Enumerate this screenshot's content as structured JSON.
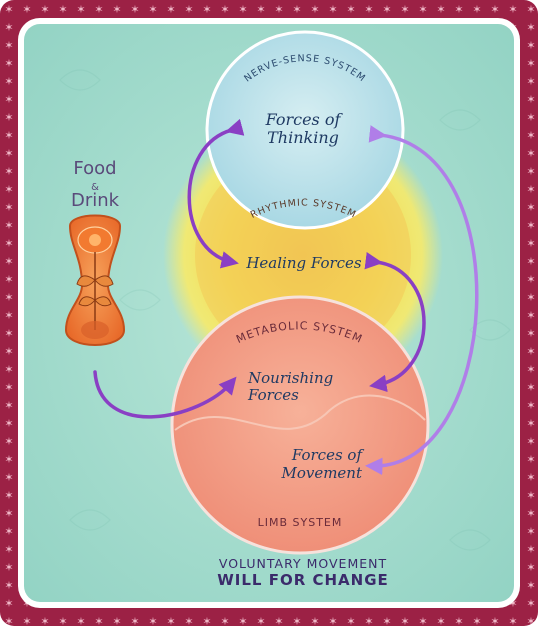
{
  "food": {
    "line1": "Food",
    "amp": "&",
    "line2": "Drink"
  },
  "systems": {
    "nerve_sense": "NERVE-SENSE SYSTEM",
    "rhythmic": "RHYTHMIC SYSTEM",
    "metabolic": "METABOLIC SYSTEM",
    "limb": "LIMB SYSTEM"
  },
  "forces": {
    "thinking": [
      "Forces of",
      "Thinking"
    ],
    "healing": "Healing Forces",
    "nourishing": [
      "Nourishing",
      "Forces"
    ],
    "movement": [
      "Forces of",
      "Movement"
    ]
  },
  "footer": {
    "line1": "VOLUNTARY MOVEMENT",
    "line2": "WILL FOR CHANGE"
  },
  "colors": {
    "frame": "#9c2145",
    "background": "#a8ddd0",
    "nerve_circle": "#bfe3ea",
    "rhythmic_glow": "#f4e15a",
    "metabolic_circle": "#f5a08a",
    "arrow": "#8a3fc4",
    "text": "#1f3a63",
    "caption": "#3b2b6b"
  }
}
